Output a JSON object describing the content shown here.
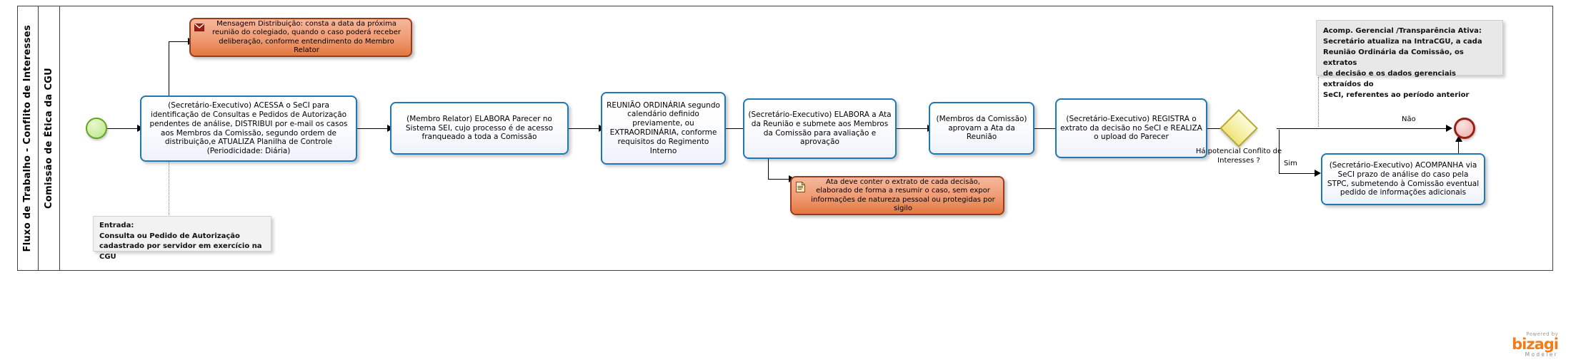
{
  "pool": {
    "title": "Fluxo de Trabalho - Conflito de Interesses",
    "lane": "Comissão de Ética da CGU"
  },
  "events": {
    "start_name": "start-event",
    "end_name": "end-event"
  },
  "tasks": [
    {
      "id": "t1",
      "text": "(Secretário-Executivo) ACESSA o SeCI para identificação de Consultas e Pedidos de Autorização pendentes de análise,  DISTRIBUI por e-mail os casos aos Membros da Comissão, segundo ordem de distribuição,e ATUALIZA Planilha de Controle (Periodicidade: Diária)"
    },
    {
      "id": "t2",
      "text": "(Membro Relator) ELABORA Parecer no Sistema SEI, cujo processo é de acesso franqueado a toda a Comissão"
    },
    {
      "id": "t3",
      "text": "REUNIÃO ORDINÁRIA segundo calendário definido previamente, ou EXTRAORDINÁRIA, conforme requisitos do Regimento Interno"
    },
    {
      "id": "t4",
      "text": "(Secretário-Executivo) ELABORA a Ata da Reunião e submete aos Membros da Comissão para avaliação e aprovação"
    },
    {
      "id": "t5",
      "text": "(Membros da Comissão) aprovam a Ata da Reunião"
    },
    {
      "id": "t6",
      "text": "(Secretário-Executivo)  REGISTRA o extrato da decisão no SeCI e REALIZA o upload do Parecer"
    },
    {
      "id": "t7",
      "text": "(Secretário-Executivo) ACOMPANHA via SeCI prazo de análise do caso pela STPC, submetendo à Comissão eventual pedido de informações adicionais"
    }
  ],
  "gateway": {
    "question": "Há potencial Conflito de Interesses ?",
    "yes_label": "Sim",
    "no_label": "Não"
  },
  "callouts": [
    {
      "id": "c1",
      "icon": "envelope-icon",
      "text": "Mensagem Distribuição: consta a data da próxima reunião do colegiado, quando o caso poderá receber deliberação, conforme entendimento do Membro Relator"
    },
    {
      "id": "c2",
      "icon": "document-icon",
      "text": "Ata deve conter o extrato de cada decisão, elaborado de forma a resumir o caso, sem expor informações de natureza pessoal ou protegidas por sigilo"
    }
  ],
  "notes": [
    {
      "id": "n1",
      "lines": [
        "Acomp. Gerencial /Transparência Ativa:",
        "Secretário atualiza na IntraCGU, a cada",
        "Reunião Ordinária da Comissão, os extratos",
        "de decisão e os dados gerenciais extraídos do",
        "SeCI, referentes ao período anterior"
      ]
    },
    {
      "id": "n2",
      "lines": [
        "Entrada:",
        "Consulta ou Pedido de Autorização",
        "cadastrado por servidor em exercício na CGU"
      ]
    }
  ],
  "watermark": {
    "powered": "Powered by",
    "brand": "bizagi",
    "product": "Modeler"
  },
  "colors": {
    "task_border": "#1f77b4",
    "start_border": "#62a420",
    "end_border": "#9c1f15",
    "gateway_border": "#b6a82b",
    "callout_border": "#9c3b18",
    "brand_orange": "#f07d1a"
  }
}
